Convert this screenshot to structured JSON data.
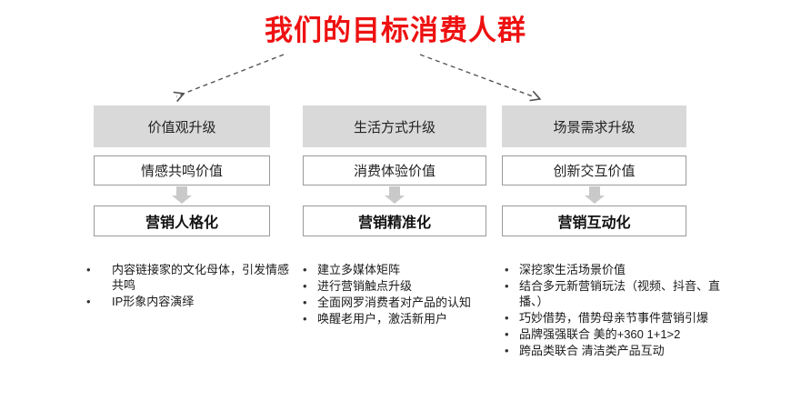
{
  "slide": {
    "title": "我们的目标消费人群",
    "title_color": "#ee1111",
    "background": "#ffffff"
  },
  "arrows": {
    "left_arrow": "dashed-arrow-down-left",
    "right_arrow": "dashed-arrow-down-right",
    "connector": "down-arrow"
  },
  "columns": [
    {
      "head": "价值观升级",
      "value": "情感共鸣价值",
      "result": "营销人格化",
      "bullets": [
        "内容链接家的文化母体，引发情感共鸣",
        "IP形象内容演绎"
      ]
    },
    {
      "head": "生活方式升级",
      "value": "消费体验价值",
      "result": "营销精准化",
      "bullets": [
        "建立多媒体矩阵",
        "进行营销触点升级",
        "全面网罗消费者对产品的认知",
        "唤醒老用户，激活新用户"
      ]
    },
    {
      "head": "场景需求升级",
      "value": "创新交互价值",
      "result": "营销互动化",
      "bullets": [
        "深挖家生活场景价值",
        "结合多元新营销玩法（视频、抖音、直播、）",
        "巧妙借势，借势母亲节事件营销引爆",
        "品牌强强联合 美的+360 1+1>2",
        "跨品类联合 清洁类产品互动"
      ]
    }
  ],
  "bullet_marker": "•",
  "theme": {
    "header_fill": "#d9d9d9",
    "box_border": "#9a9a9a",
    "arrow_fill": "#c9c9c9",
    "text_color": "#1a1a1a"
  }
}
